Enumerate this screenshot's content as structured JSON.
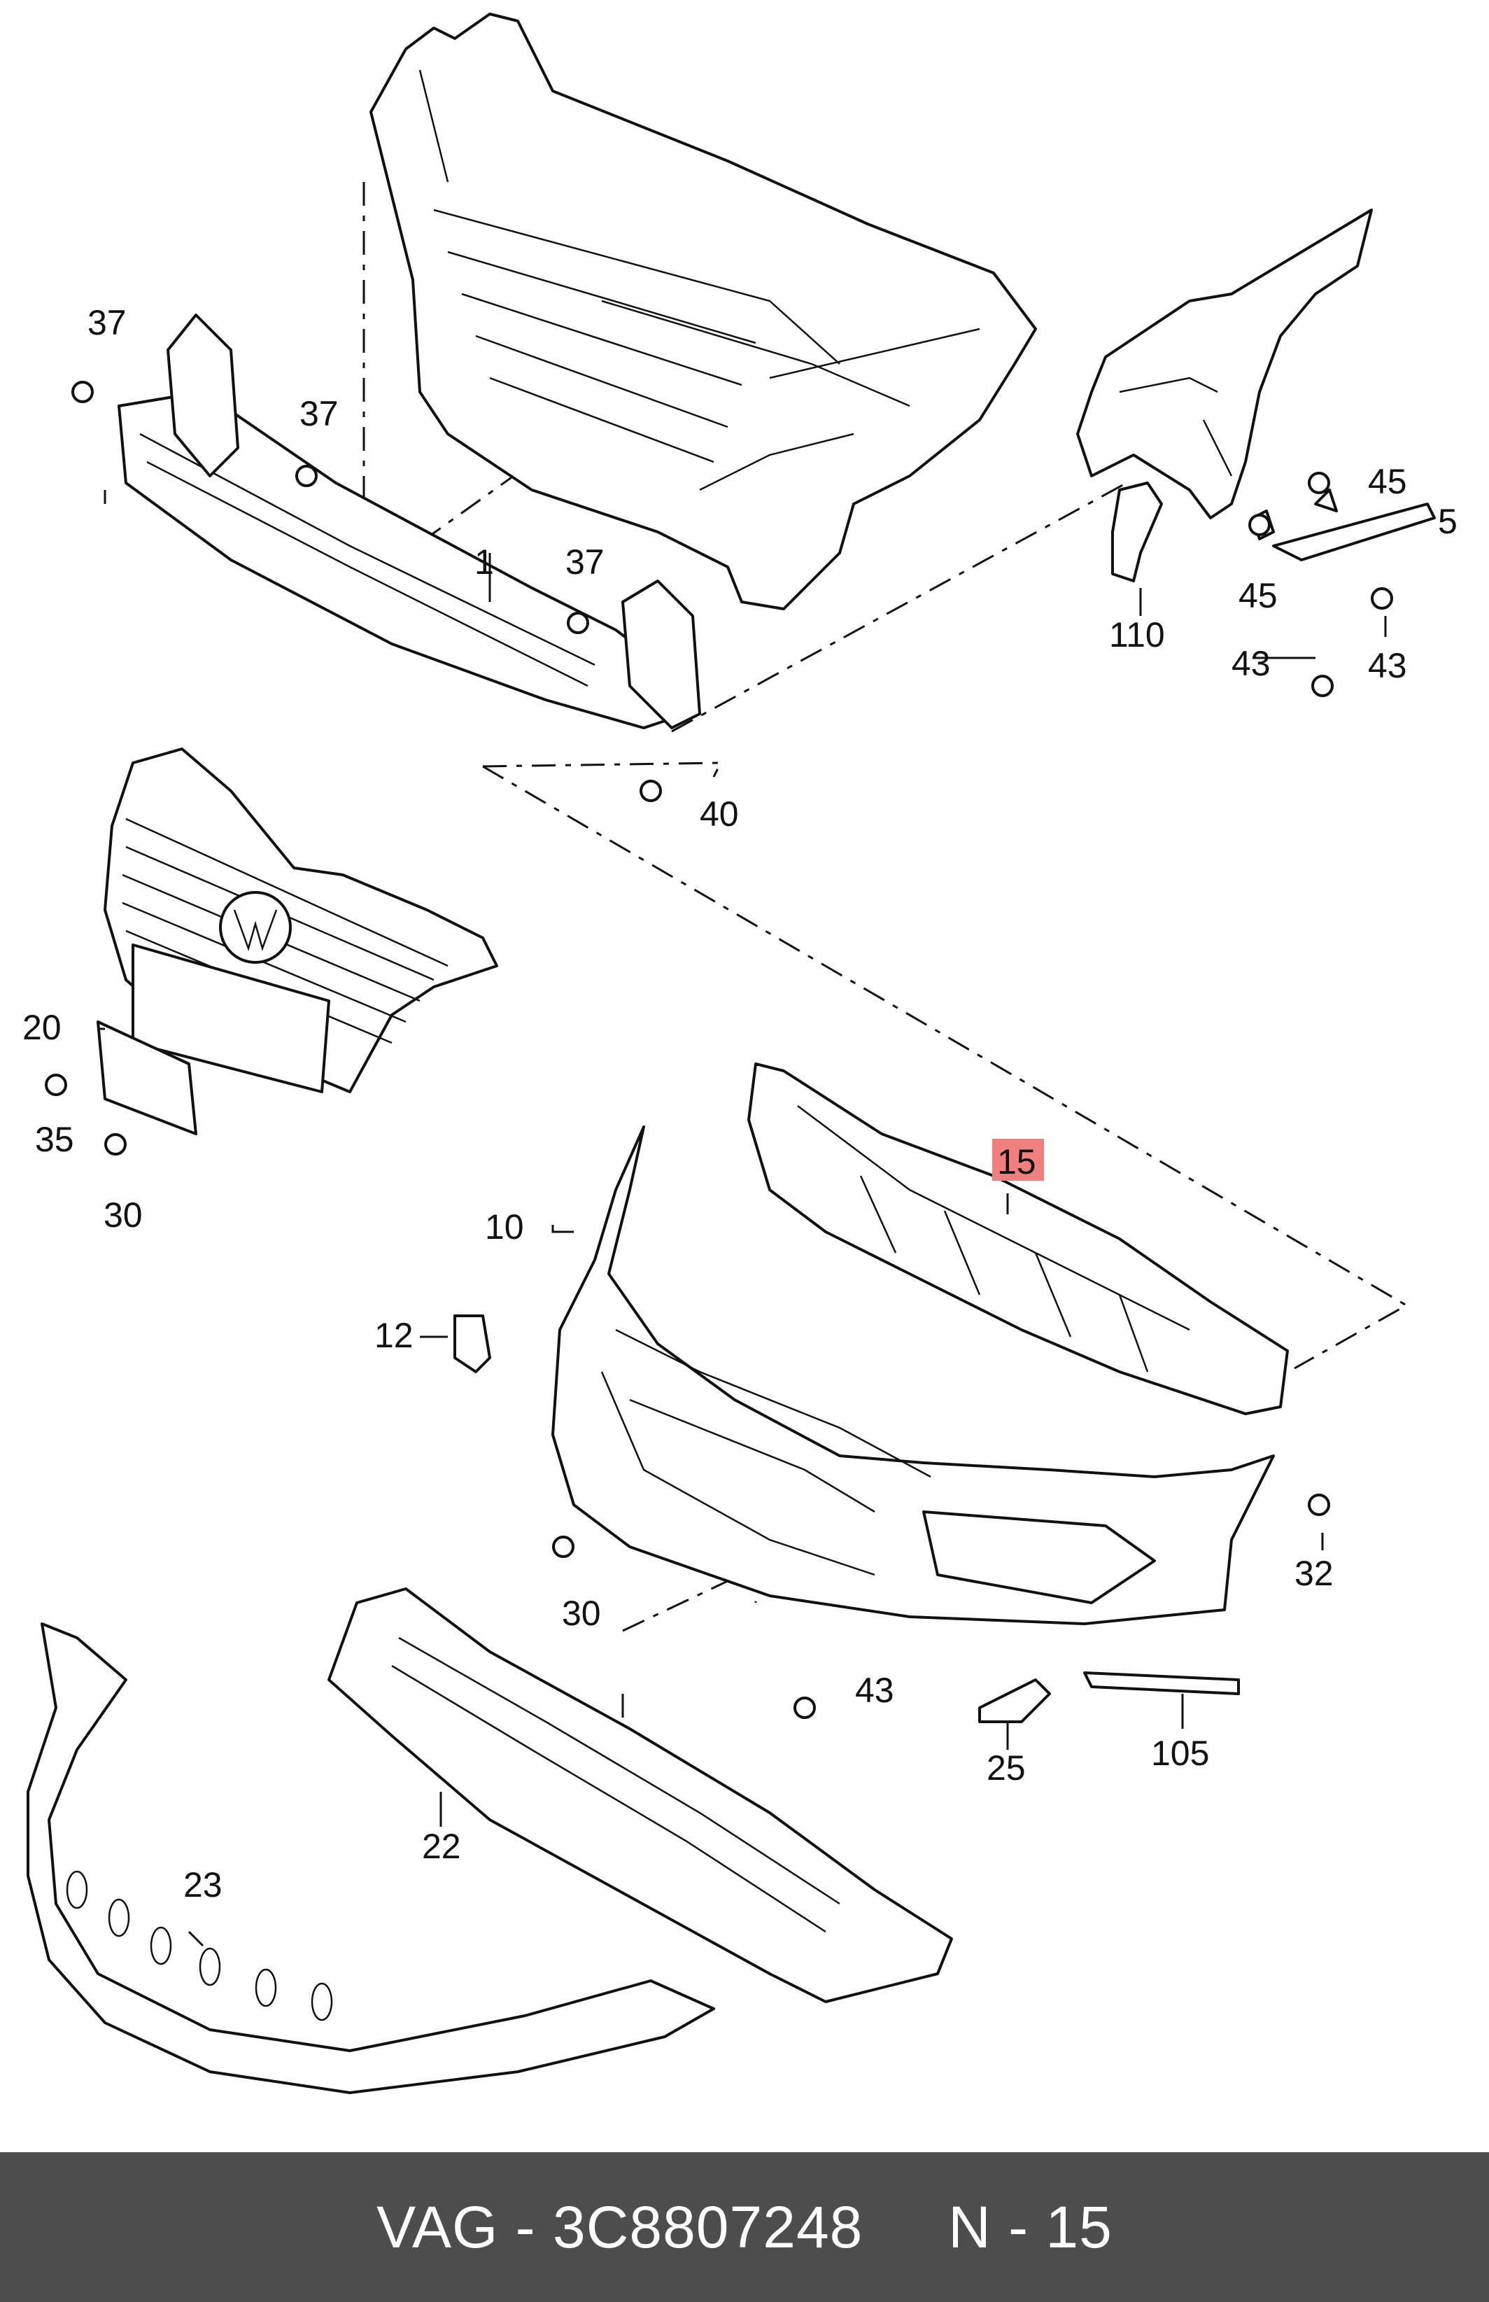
{
  "diagram": {
    "labels": {
      "l1": "1",
      "l5": "5",
      "l10": "10",
      "l12": "12",
      "l15": "15",
      "l20": "20",
      "l22": "22",
      "l23": "23",
      "l25": "25",
      "l30a": "30",
      "l30b": "30",
      "l32": "32",
      "l35": "35",
      "l37a": "37",
      "l37b": "37",
      "l37c": "37",
      "l40": "40",
      "l43a": "43",
      "l43b": "43",
      "l43c": "43",
      "l45a": "45",
      "l45b": "45",
      "l105": "105",
      "l110": "110"
    },
    "highlight_color": "#f08080"
  },
  "footer": {
    "text": "VAG - 3C8807248     N - 15",
    "background": "#4d4d4d"
  }
}
